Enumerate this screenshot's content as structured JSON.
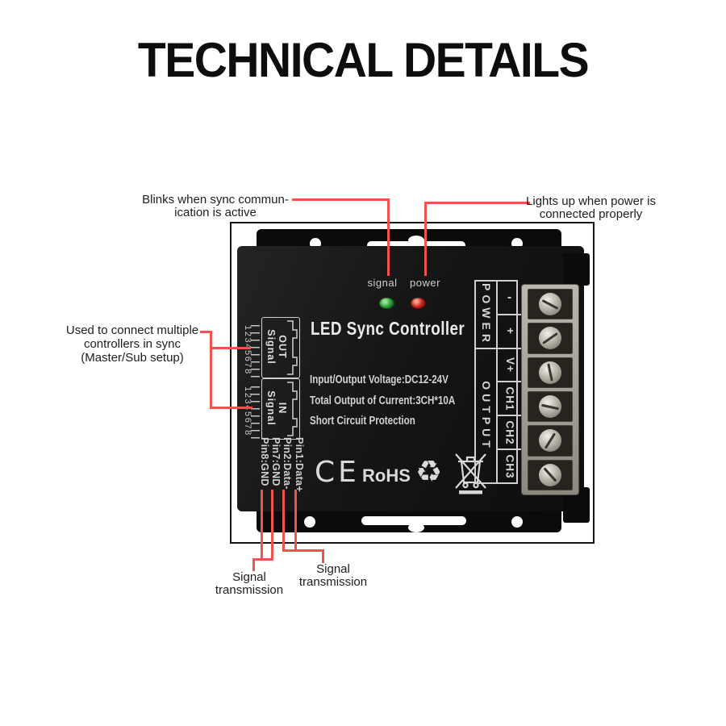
{
  "page": {
    "title": "TECHNICAL DETAILS"
  },
  "colors": {
    "accent-red": "#ef5350",
    "backplate-black": "#0b0b0b",
    "panel-text": "#d6d6d6",
    "led-green": "#2f9c3c",
    "led-red": "#c6231a"
  },
  "annotations": {
    "signal_led": {
      "line1": "Blinks when sync commun-",
      "line2": "ication is active"
    },
    "power_led": {
      "line1": "Lights up when power is",
      "line2": "connected properly"
    },
    "sync_ports": {
      "line1": "Used to connect multiple",
      "line2": "controllers in sync",
      "line3": "(Master/Sub setup)"
    },
    "signal_tx_left": {
      "line1": "Signal",
      "line2": "transmission"
    },
    "signal_tx_right": {
      "line1": "Signal",
      "line2": "transmission"
    }
  },
  "device": {
    "indicator_labels": {
      "signal": "signal",
      "power": "power"
    },
    "product_name": "LED Sync Controller",
    "specs": [
      "Input/Output Voltage:DC12-24V",
      "Total Output of Current:3CH*10A",
      "Short Circuit Protection"
    ],
    "rj45_out": {
      "pin_numbers": "12345678",
      "label_line1": "Signal",
      "label_line2": "OUT"
    },
    "rj45_in": {
      "pin_numbers": "12345678",
      "label_line1": "Signal",
      "label_line2": "IN"
    },
    "pin_labels": [
      "Pin8:GND",
      "Pin7:GND",
      "Pin2:Data-",
      "Pin1:Data+"
    ],
    "certifications": {
      "ce": "CE",
      "rohs": "RoHS",
      "recycle_symbol": "♻"
    },
    "terminal_table": {
      "groups": [
        {
          "label": "POWER",
          "terminals": [
            "-",
            "+"
          ]
        },
        {
          "label": "OUTPUT",
          "terminals": [
            "V+",
            "CH1",
            "CH2",
            "CH3"
          ]
        }
      ]
    }
  }
}
